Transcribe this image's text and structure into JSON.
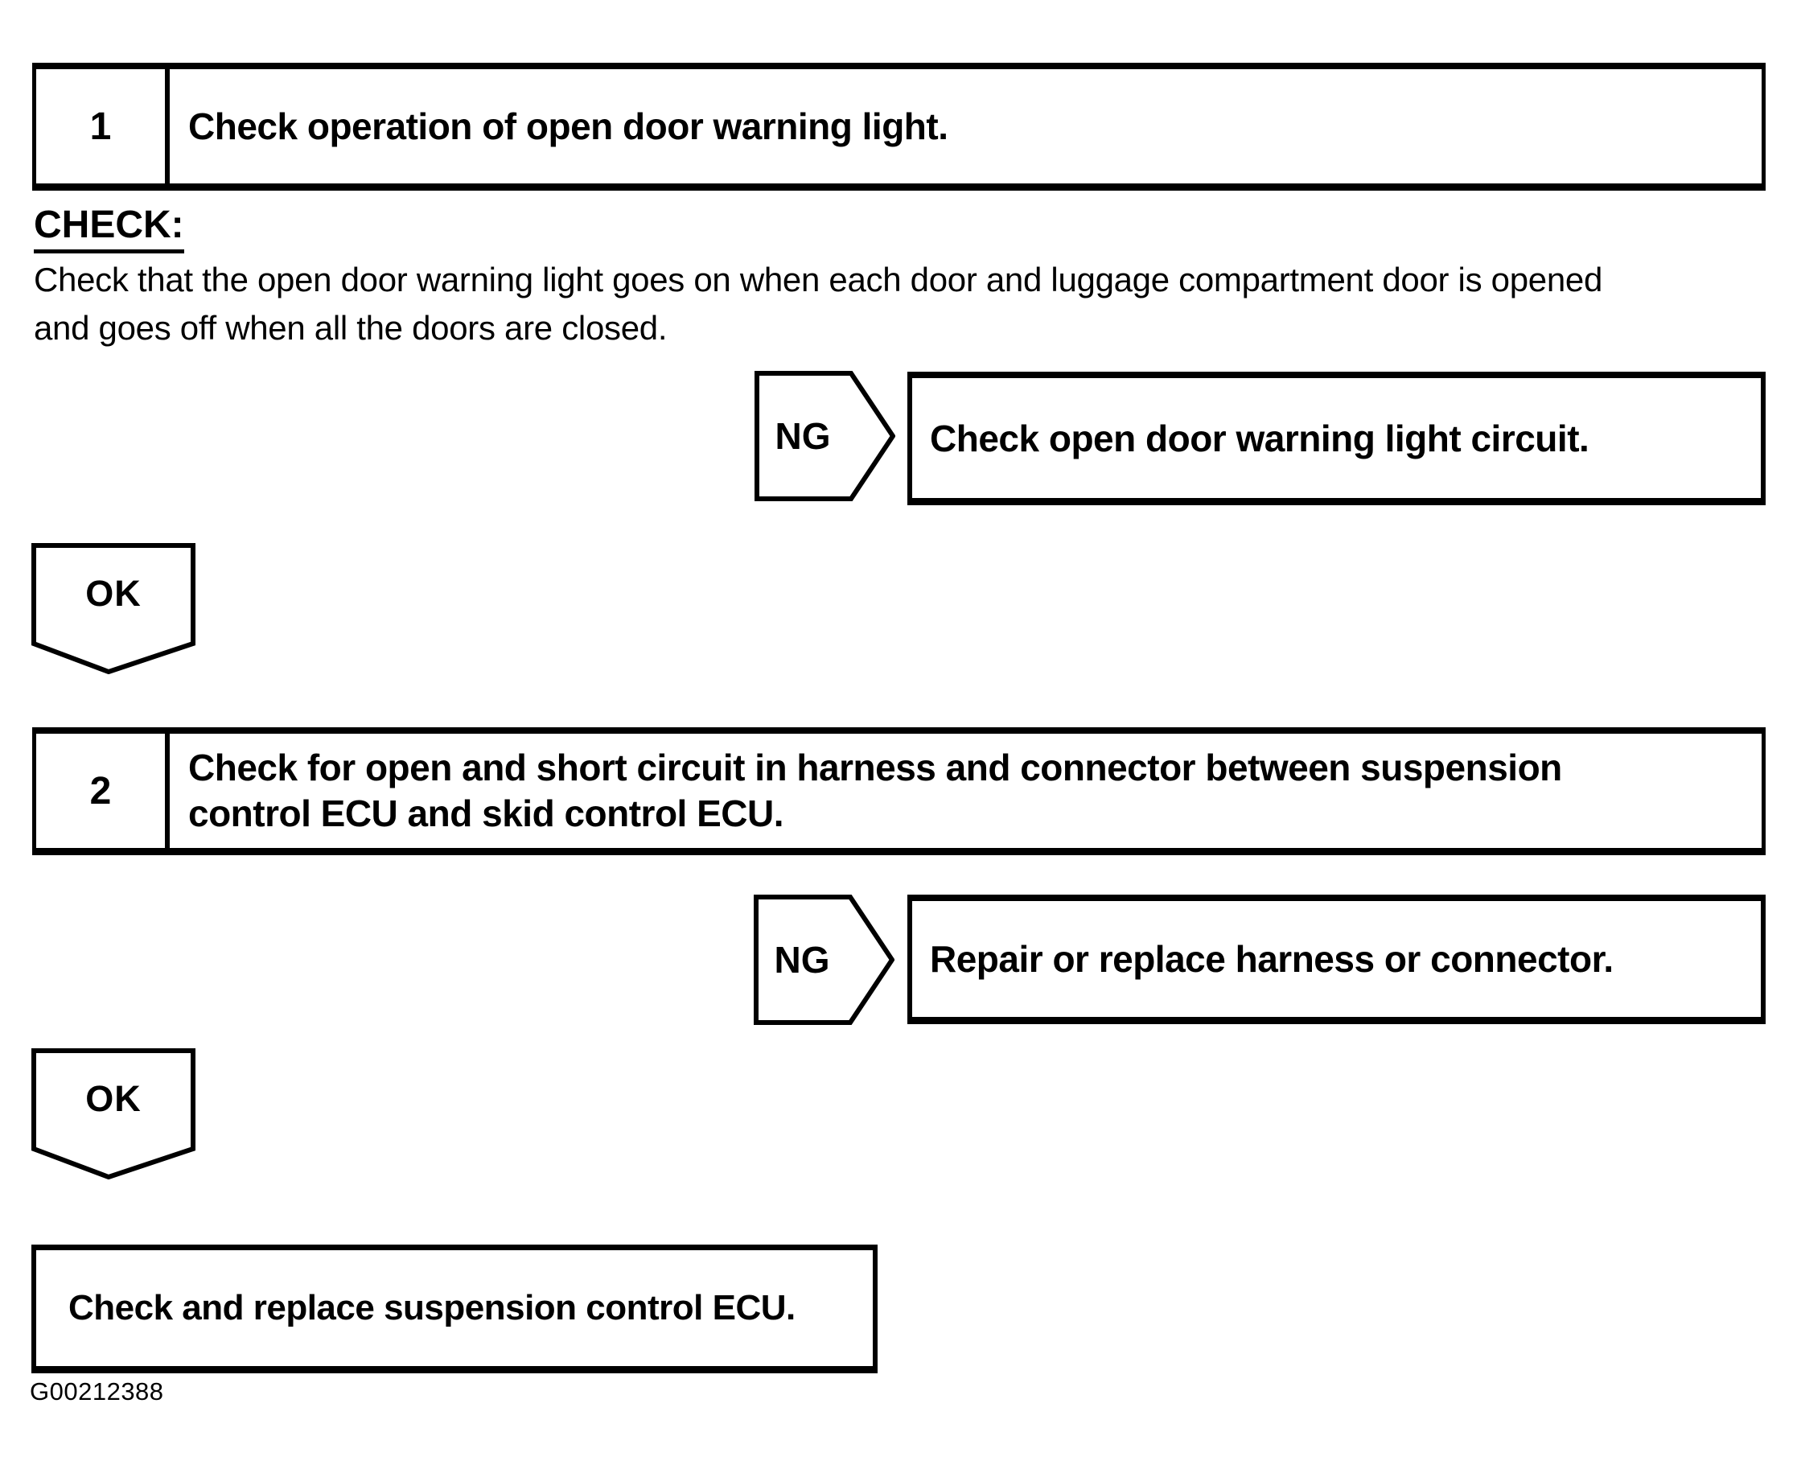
{
  "colors": {
    "paper": "#ffffff",
    "ink": "#000000"
  },
  "flow": {
    "step1": {
      "number": "1",
      "title": "Check operation of open door warning light."
    },
    "check_section": {
      "heading": "CHECK:",
      "line1": "Check that the open door warning light goes on when each door and luggage compartment door is opened",
      "line2": "and goes off when all the doors are closed."
    },
    "ng1": {
      "label": "NG",
      "result": "Check open door warning light circuit."
    },
    "ok1": {
      "label": "OK"
    },
    "step2": {
      "number": "2",
      "title_line1": "Check for open and short circuit in harness and connector between suspension",
      "title_line2": "control ECU and skid control ECU."
    },
    "ng2": {
      "label": "NG",
      "result": "Repair or replace harness or connector."
    },
    "ok2": {
      "label": "OK"
    },
    "final_action": {
      "text": "Check and replace suspension control ECU."
    },
    "figure_code": "G00212388"
  }
}
